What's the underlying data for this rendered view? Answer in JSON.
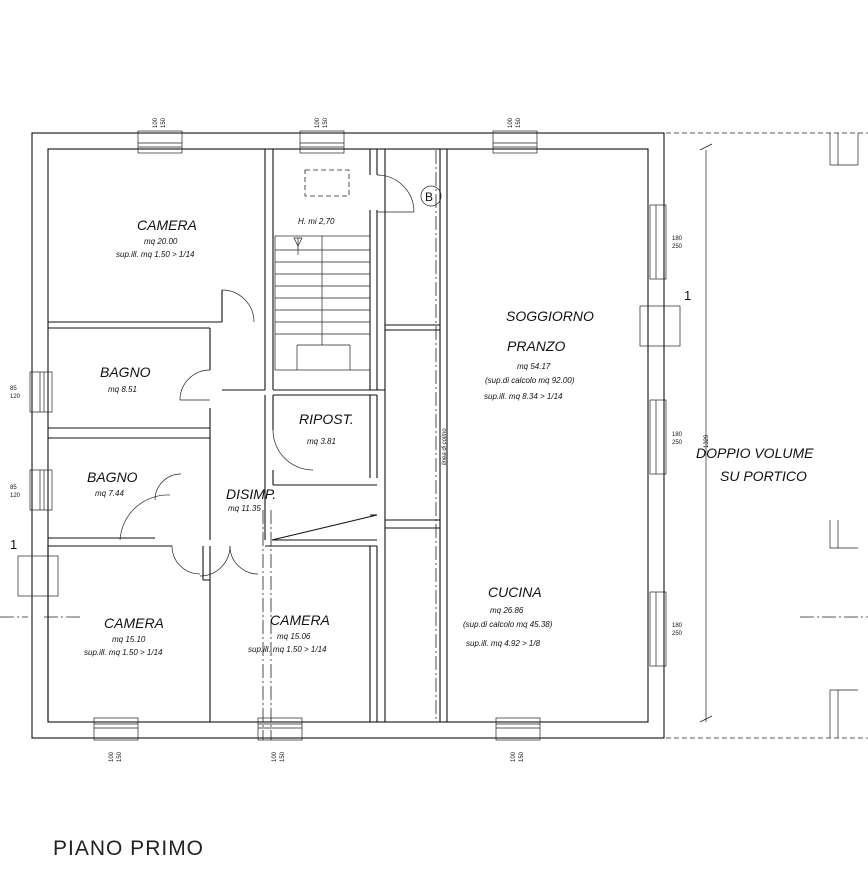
{
  "title": "PIANO PRIMO",
  "rooms": {
    "camera_top": {
      "name": "CAMERA",
      "area": "mq 20.00",
      "sup": "sup.ill. mq 1.50 > 1/14"
    },
    "bagno_1": {
      "name": "BAGNO",
      "area": "mq 8.51"
    },
    "bagno_2": {
      "name": "BAGNO",
      "area": "mq 7.44"
    },
    "camera_bl": {
      "name": "CAMERA",
      "area": "mq 15.10",
      "sup": "sup.ill. mq 1.50 > 1/14"
    },
    "camera_bm": {
      "name": "CAMERA",
      "area": "mq 15.06",
      "sup": "sup.ill. mq 1.50 > 1/14"
    },
    "disimp": {
      "name": "DISIMP.",
      "area": "mq 11.35"
    },
    "ripost": {
      "name": "RIPOST.",
      "area": "mq 3.81"
    },
    "soggiorno": {
      "name1": "SOGGIORNO",
      "name2": "PRANZO",
      "area": "mq 54.17",
      "calc": "(sup.di calcolo mq 92.00)",
      "sup": "sup.ill. mq 8.34 > 1/14"
    },
    "cucina": {
      "name": "CUCINA",
      "area": "mq 26.86",
      "calc": "(sup.di calcolo mq 45.38)",
      "sup": "sup.ill. mq 4.92 > 1/8"
    },
    "portico": {
      "line1": "DOPPIO VOLUME",
      "line2": "SU PORTICO"
    }
  },
  "stair": {
    "height": "H. mi 2,70",
    "marker": "B"
  },
  "linea_colmo": "linea di colmo",
  "section_marks": {
    "left": "1",
    "right": "1"
  },
  "dimension": "1329",
  "window_dims": {
    "w100_150": {
      "a": "100",
      "b": "150"
    },
    "w85_120": {
      "a": "85",
      "b": "120"
    },
    "w180_250": {
      "a": "180",
      "b": "250"
    }
  }
}
